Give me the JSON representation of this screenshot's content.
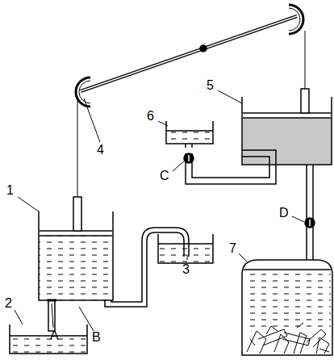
{
  "diagram": {
    "labels": [
      "1",
      "2",
      "A",
      "B",
      "3",
      "4",
      "5",
      "6",
      "C",
      "D",
      "7"
    ]
  }
}
